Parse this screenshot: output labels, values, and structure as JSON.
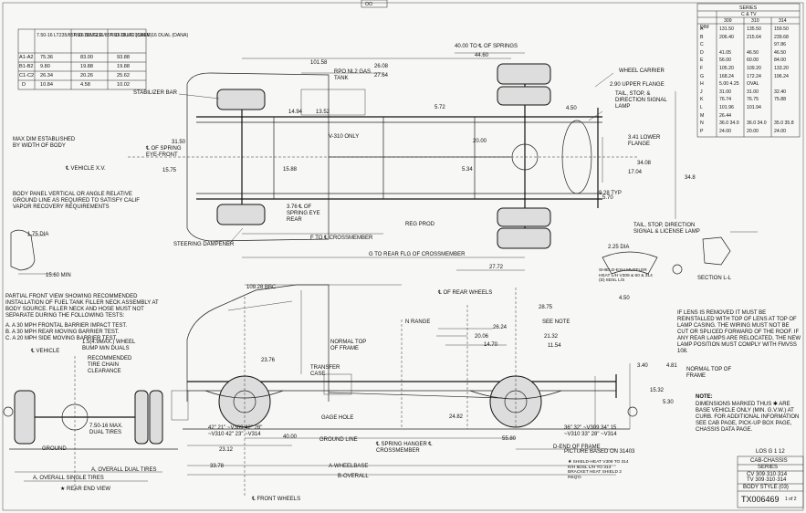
{
  "load_table": {
    "headers": [
      "",
      "7.50-16 LT235/85R-16 SINGLE",
      "7.50-16 LT215/85R-16 DUAL (CHEV)",
      "7.50-16 LT215/85R-16 DUAL (DANA)"
    ],
    "rows": [
      [
        "A1-A2",
        "75.36",
        "83.00",
        "93.88"
      ],
      [
        "B1-B2",
        "9.80",
        "19.88",
        "19.88"
      ],
      [
        "C1-C2",
        "26.34",
        "20.26",
        "25.62"
      ],
      [
        "D",
        "10.84",
        "4.58",
        "10.02"
      ]
    ]
  },
  "series_table": {
    "title": "SERIES",
    "subtitle": "C & TV",
    "dim_label": "DIM",
    "cols": [
      "309",
      "310",
      "314"
    ],
    "rows": [
      [
        "A",
        "131.50",
        "135.50",
        "159.50"
      ],
      [
        "B",
        "206.40",
        "215.64",
        "239.68"
      ],
      [
        "C",
        "",
        "",
        "97.86"
      ],
      [
        "D",
        "41.05",
        "46.50",
        "46.50"
      ],
      [
        "E",
        "56.00",
        "60.00",
        "84.00"
      ],
      [
        "F",
        "105.20",
        "109.20",
        "133.20"
      ],
      [
        "G",
        "168.24",
        "172.24",
        "196.24"
      ],
      [
        "H",
        "5.00 4.25",
        "OVAL",
        ""
      ],
      [
        "J",
        "31.00",
        "31.00",
        "32.40"
      ],
      [
        "K",
        "76.74",
        "76.75",
        "75.88"
      ],
      [
        "L",
        "101.96",
        "101.94",
        ""
      ],
      [
        "M",
        "26.44",
        "",
        ""
      ],
      [
        "N",
        "36.0 34.0",
        "36.0 34.0",
        "35.0 35.8"
      ],
      [
        "P",
        "24.00",
        "20.00",
        "24.00"
      ]
    ]
  },
  "labels": {
    "stabilizer_bar": "STABILIZER BAR",
    "max_dim": "MAX DIM ESTABLISHED BY WIDTH OF BODY",
    "vehicle_cl": "℄ VEHICLE X.V.",
    "body_panel": "BODY PANEL VERTICAL OR ANGLE RELATIVE GROUND LINE AS REQUIRED TO SATISFY CALIF VAPOR RECOVERY REQUIREMENTS",
    "spring_eye_front": "℄ OF SPRING EYE-FRONT",
    "spring_eye_front_dim": "31.50",
    "rpo_gas_tank": "RPO NL2 GAS TANK",
    "springs_dim": "40.00 TO ℄ OF SPRINGS",
    "springs_dim2": "44.60",
    "wheel_carrier": "WHEEL CARRIER",
    "upper_flange": "2.90 UPPER FLANGE",
    "tail_stop": "TAIL, STOP, & DIRECTION SIGNAL LAMP",
    "lower_flange": "3.41 LOWER FLANGE",
    "dim_3408": "34.08",
    "dim_1704": "17.04",
    "dim_928": "9.28 TYP",
    "dim_570": "5.70",
    "tail_stop2": "TAIL, STOP, DIRECTION SIGNAL & LICENSE LAMP",
    "steering_damper": "STEERING DAMPENER",
    "rear_spring_eye": "3.76 ℄ OF SPRING EYE REAR",
    "to_crossmember": "F TO ℄ CROSSMEMBER",
    "to_rear_flg": "G TO REAR FLG OF CROSSMEMBER",
    "reg_prod": "REG PROD",
    "dim_101_58": "101.58",
    "dim_2608": "26.08",
    "dim_2764": "27.64",
    "dim_1494": "14.94",
    "dim_1352": "13.52",
    "dim_572": "5.72",
    "dim_450": "4.50",
    "dim_2000": "20.00",
    "dim_1575": "15.75",
    "dim_1588": "15.88",
    "dim_534": "5.34",
    "dim_348": "34.8",
    "v310": "V-310 ONLY",
    "dim_225dia": "2.25 DIA",
    "dim_175dia": "1.75 DIA",
    "dim_1560": "15.60 MIN",
    "shield_muffler": "SHIELD-EXH MUFFLER HEAT L/H V309 & 60 & 314 (D) 8DSL L/S",
    "section_ll": "SECTION L-L",
    "dim_2772": "27.72",
    "dim_450b": "4.50",
    "dim_2875": "28.75",
    "rear_wheels": "℄ OF REAR WHEELS",
    "partial_front": "PARTIAL FRONT VIEW SHOWING RECOMMENDED INSTALLATION OF FUEL TANK FILLER NECK ASSEMBLY AT BODY SOURCE. FILLER NECK AND HOSE MUST NOT SEPARATE DURING THE FOLLOWING TESTS:",
    "test_a": "A. A 30 MPH FRONTAL BARRIER IMPACT TEST.",
    "test_b": "B. A 30 MPH REAR MOVING BARRIER TEST.",
    "test_c": "C. A 20 MPH SIDE MOVING BARRIER TEST.",
    "dim_10928": "109.28 BBC",
    "n_range": "N RANGE",
    "see_note": "SEE NOTE",
    "lens_note": "IF LENS IS REMOVED IT MUST BE REINSTALLED WITH TOP OF LENS AT TOP OF LAMP CASING. THE WIRING MUST NOT BE CUT OR SPLICED FORWARD OF THE ROOF. IF ANY REAR LAMPS ARE RELOCATED, THE NEW LAMP POSITION MUST COMPLY WITH FMVSS 108.",
    "normal_top_frame": "NORMAL TOP OF FRAME",
    "normal_top_frame2": "NORMAL TOP OF FRAME",
    "transfer_case": "TRANSFER CASE",
    "vehicle_cl2": "℄ VEHICLE",
    "tire_chain": "RECOMMENDED TIRE CHAIN CLEARANCE",
    "bump": "1.5(4.9MAX.) WHEEL BUMP M/N DUALS",
    "dual_tires_max": "7.50-16 MAX. DUAL TIRES",
    "ground": "GROUND",
    "overall_dual": "A, OVERALL DUAL TIRES",
    "overall_single": "A, OVERALL SINGLE TIRES",
    "rear_end_view": "★ REAR END VIEW",
    "gage_hole": "GAGE HOLE",
    "ground_line": "GROUND LINE",
    "spring_hanger": "℄ SPRING HANGER ℄ CROSSMEMBER",
    "d_end_frame": "D-END OF FRAME",
    "picture_based": "PICTURE BASED ON 31403",
    "dim_2376": "23.76",
    "dim_3378": "33.78",
    "dim_4000": "40.00",
    "dim_5580": "55.80",
    "dim_2624": "26.24",
    "dim_2006": "20.06",
    "dim_1470": "14.70",
    "dim_2132": "21.32",
    "dim_1154": "11.54",
    "dim_340": "3.40",
    "dim_481": "4.81",
    "dim_1532": "15.32",
    "dim_530": "5.30",
    "dim_2312": "23.12",
    "dim_2482": "24.82",
    "wheelbase": "A-WHEELBASE",
    "overall": "B-OVERALL",
    "front_wheels": "℄ FRONT WHEELS",
    "note_title": "NOTE:",
    "note_body": "DIMENSIONS MARKED THUS ✱ ARE BASE VEHICLE ONLY (MIN. G.V.W.) AT CURB. FOR ADDITIONAL INFORMATION SEE CAB PAGE, PICK-UP BOX PAGE, CHASSIS DATA PAGE.",
    "shield_heat": "★ SHIELD-HEAT V309 TO 314 R/H 8DSL L/H TO 314 BRACKET HEAT SHIELD 2 REQ'D",
    "tv_dims": "36\" 32\" ~V309 34\" 15 ~V310 33\" 28\" ~V314",
    "v_dims2": "42\" 21\" ~V309 42\" 28\" ~V310 42\" 23\" ~V314",
    "title_code": "LOS G 1 12",
    "title_cab": "CAB-CHASSIS",
    "title_series": "SERIES",
    "title_cv": "CV 309·310·314",
    "title_tv": "TV 309·310·314",
    "title_body": "BODY STYLE (03)",
    "doc_number": "TX006469",
    "page_box": "1 of 2",
    "top_stamp": "OO"
  },
  "colors": {
    "paper": "#f7f7f5",
    "ink": "#111111"
  }
}
